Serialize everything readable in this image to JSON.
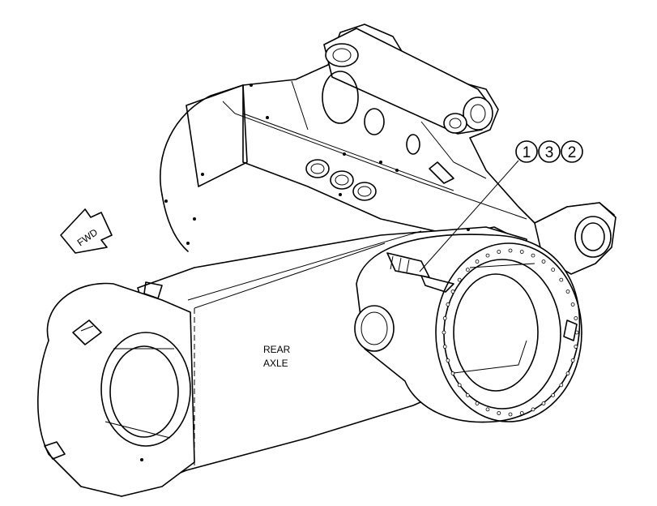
{
  "direction_arrow": {
    "label": "FWD"
  },
  "body_label": {
    "line1": "REAR",
    "line2": "AXLE"
  },
  "callouts": [
    {
      "number": "1"
    },
    {
      "number": "3"
    },
    {
      "number": "2"
    }
  ]
}
